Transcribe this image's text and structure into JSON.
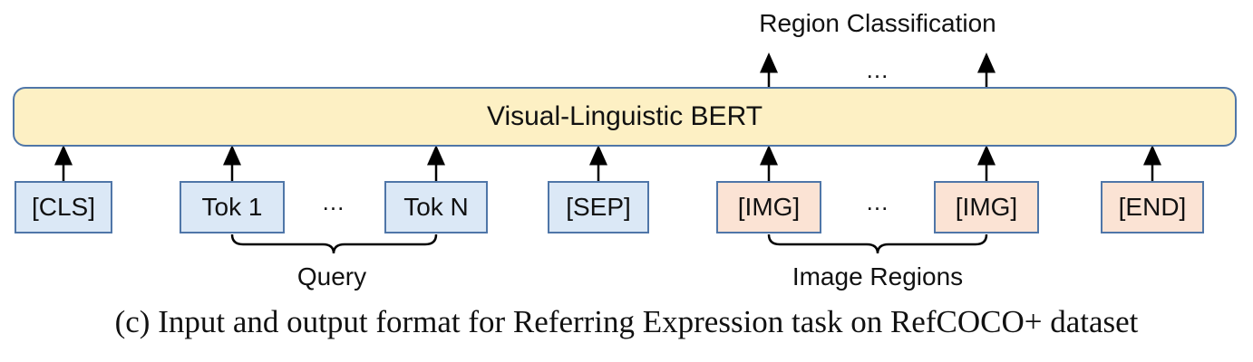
{
  "output_label": "Region Classification",
  "output_dots": "...",
  "model_label": "Visual-Linguistic BERT",
  "tokens": {
    "cls": "[CLS]",
    "tok1": "Tok 1",
    "tok_dots": "...",
    "tokn": "Tok N",
    "sep": "[SEP]",
    "img1": "[IMG]",
    "img_dots": "...",
    "img2": "[IMG]",
    "end": "[END]"
  },
  "groups": {
    "query": "Query",
    "image_regions": "Image Regions"
  },
  "caption": "(c) Input and output format for Referring Expression task on RefCOCO+ dataset",
  "colors": {
    "text_token_fill": "#dbe8f6",
    "image_token_fill": "#fbe3d4",
    "model_fill": "#fdf0c4",
    "border": "#4f76a8"
  }
}
